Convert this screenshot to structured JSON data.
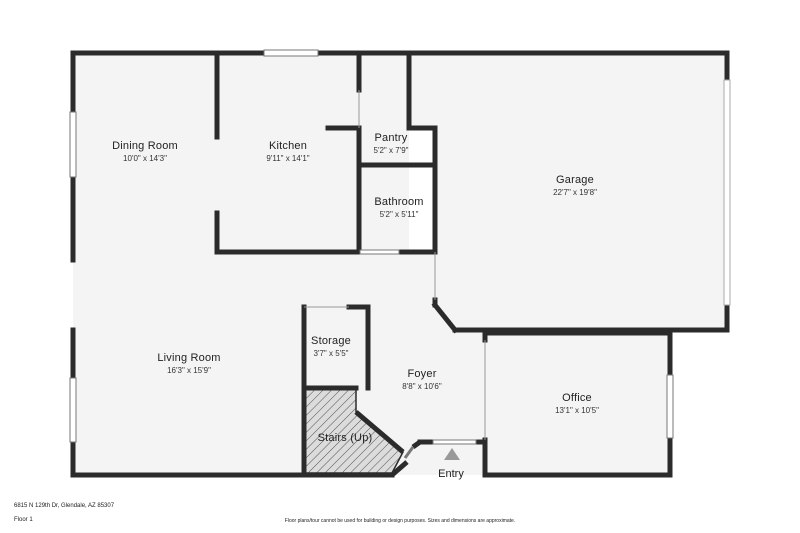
{
  "rooms": {
    "dining": {
      "name": "Dining Room",
      "dim": "10'0\" x 14'3\""
    },
    "kitchen": {
      "name": "Kitchen",
      "dim": "9'11\" x 14'1\""
    },
    "pantry": {
      "name": "Pantry",
      "dim": "5'2\" x 7'9\""
    },
    "bathroom": {
      "name": "Bathroom",
      "dim": "5'2\" x 5'11\""
    },
    "garage": {
      "name": "Garage",
      "dim": "22'7\" x 19'8\""
    },
    "living": {
      "name": "Living Room",
      "dim": "16'3\" x 15'9\""
    },
    "storage": {
      "name": "Storage",
      "dim": "3'7\" x 5'5\""
    },
    "foyer": {
      "name": "Foyer",
      "dim": "8'8\" x 10'6\""
    },
    "office": {
      "name": "Office",
      "dim": "13'1\" x 10'5\""
    },
    "stairs": {
      "name": "Stairs (Up)"
    }
  },
  "entry_label": "Entry",
  "footer": {
    "address": "6815 N 129th Dr, Glendale, AZ 85307",
    "floor": "Floor 1",
    "disclaimer": "Floor plans/tour cannot be used for building or design purposes. Sizes and dimensions are approximate."
  },
  "colors": {
    "wall": "#2b2b2b",
    "floor": "#f4f4f4",
    "background": "#ffffff",
    "stairs_hatch": "#d9d9d9"
  }
}
